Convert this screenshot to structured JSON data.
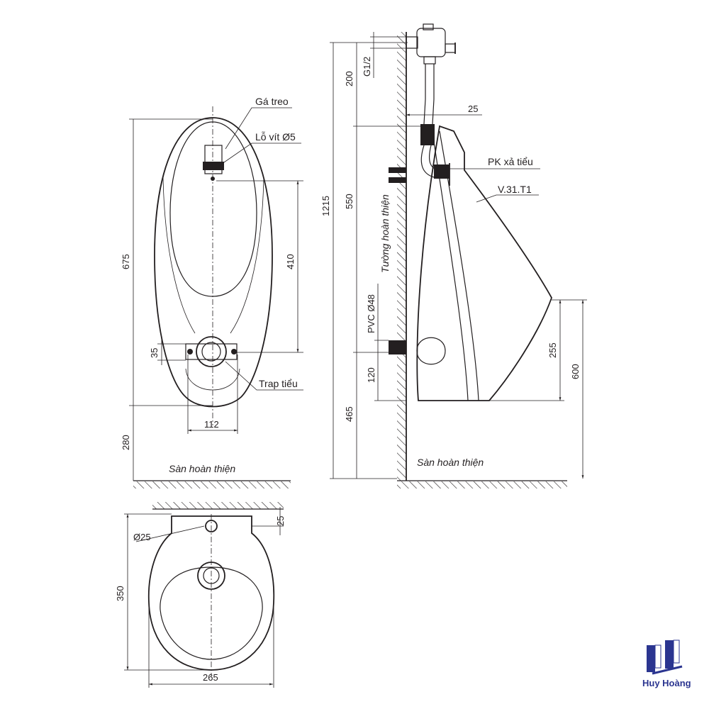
{
  "front_view": {
    "label_hanger": "Gá treo",
    "label_screw_hole": "Lỗ vít Ø5",
    "label_trap": "Trap tiểu",
    "label_floor": "Sàn hoàn thiện",
    "dim_height": "675",
    "dim_floor_to_bottom": "280",
    "dim_hanger_to_trap": "410",
    "dim_trap_offset": "35",
    "dim_trap_width": "112"
  },
  "side_view": {
    "label_wall": "Tường hoàn thiện",
    "label_flush_kit": "PK xả tiểu",
    "label_model": "V.31.T1",
    "label_floor": "Sàn hoàn thiện",
    "label_pvc": "PVC Ø48",
    "label_thread": "G1/2",
    "dim_total": "1215",
    "dim_valve": "200",
    "dim_mid": "550",
    "dim_bottom": "465",
    "dim_pipe_gap": "25",
    "dim_drain": "120",
    "dim_lip_depth": "255",
    "dim_lip_height": "600"
  },
  "top_view": {
    "dim_hole": "Ø25",
    "dim_wall_gap": "25",
    "dim_depth": "350",
    "dim_width": "265"
  },
  "logo": {
    "brand": "Huy Hoàng",
    "color": "#2b3590"
  }
}
